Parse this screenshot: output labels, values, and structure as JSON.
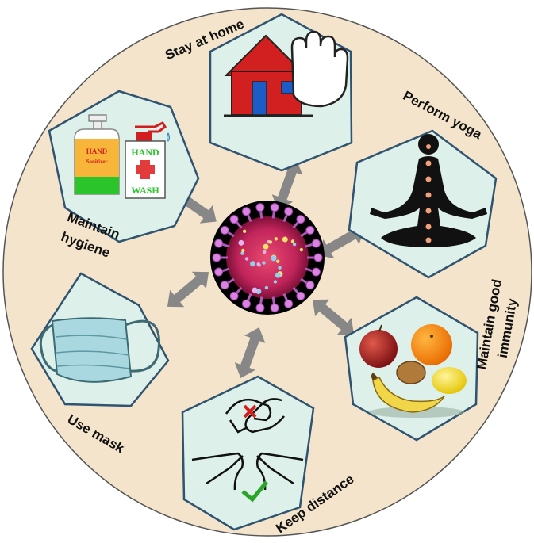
{
  "labels": {
    "stay_home": "Stay at home",
    "yoga": "Perform yoga",
    "immunity_line1": "Maintain good",
    "immunity_line2": "immunity",
    "distance": "Keep distance",
    "mask": "Use mask",
    "hygiene_line1": "Maintain",
    "hygiene_line2": "hygiene"
  },
  "bottle_text": {
    "sanitizer_line1": "HAND",
    "sanitizer_line2": "Sanitizer",
    "wash_line1": "HAND",
    "wash_line2": "WASH"
  },
  "colors": {
    "disc": "#f4e4cb",
    "hexagon_fill": "#ddf0e9",
    "hexagon_stroke": "#2f5370",
    "arrow": "#878787",
    "virus_bg": "#000000",
    "house_red": "#d21f1f",
    "house_blue": "#1b5cc7",
    "yoga_dot": "#f2a07a",
    "mask_blue": "#a9d8e0",
    "sanitizer_green": "#2bc52b",
    "sanitizer_orange": "#f7b63a",
    "wash_red": "#e23b3b",
    "check_green": "#2aa52a"
  },
  "icons": [
    "house-stop-hand-icon",
    "yoga-pose-icon",
    "fruit-bowl-icon",
    "keep-distance-hands-icon",
    "face-mask-icon",
    "sanitizer-bottles-icon",
    "coronavirus-icon"
  ]
}
